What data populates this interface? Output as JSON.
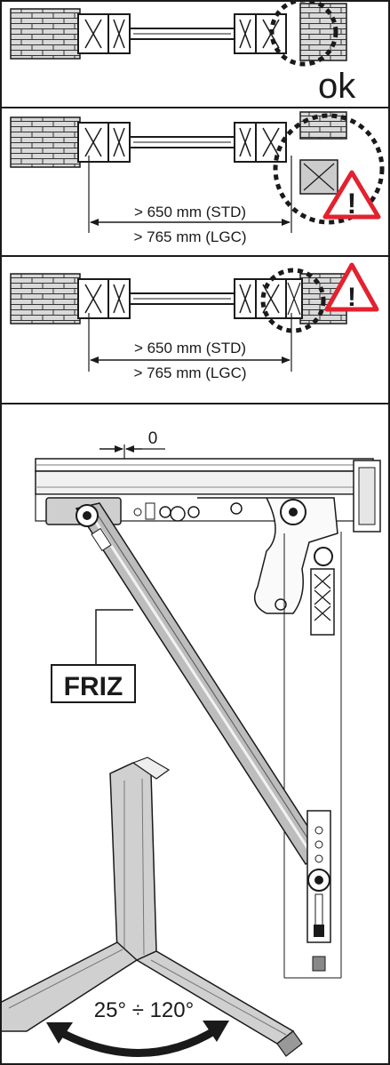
{
  "section1": {
    "status": "ok"
  },
  "section2": {
    "dim_std": "> 650 mm (STD)",
    "dim_lgc": "> 765 mm (LGC)"
  },
  "section3": {
    "dim_std": "> 650 mm (STD)",
    "dim_lgc": "> 765 mm (LGC)"
  },
  "hardware": {
    "offset": "0",
    "label": "FRIZ",
    "angle": "25° ÷ 120°"
  },
  "colors": {
    "warning": "#e3212f",
    "wall_fill": "#d8d8d8",
    "line": "#1a1a1a",
    "profile": "#9a9a9a"
  }
}
